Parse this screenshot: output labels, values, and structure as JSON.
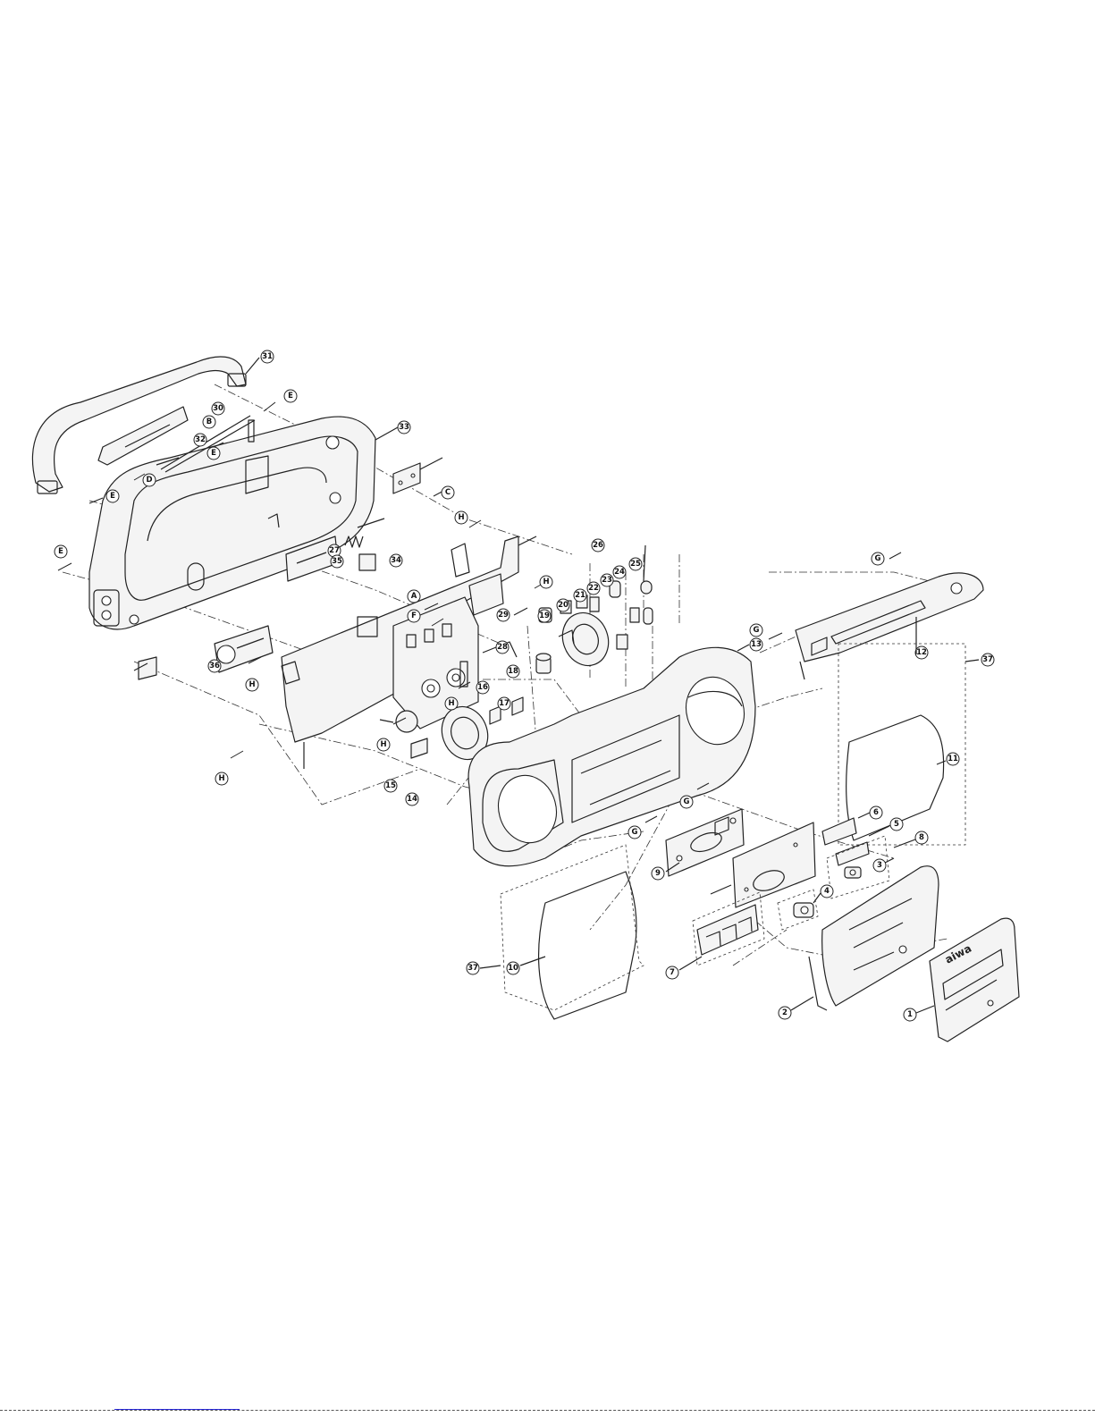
{
  "brand_mark": "aiwa",
  "callouts": [
    {
      "id": "p31",
      "label": "31"
    },
    {
      "id": "p30",
      "label": "30"
    },
    {
      "id": "pB",
      "label": "B"
    },
    {
      "id": "p32",
      "label": "32"
    },
    {
      "id": "pE1",
      "label": "E"
    },
    {
      "id": "pE2",
      "label": "E"
    },
    {
      "id": "pE3",
      "label": "E"
    },
    {
      "id": "pE4",
      "label": "E"
    },
    {
      "id": "pD",
      "label": "D"
    },
    {
      "id": "p33",
      "label": "33"
    },
    {
      "id": "pC",
      "label": "C"
    },
    {
      "id": "pH1",
      "label": "H"
    },
    {
      "id": "p27",
      "label": "27"
    },
    {
      "id": "p35",
      "label": "35"
    },
    {
      "id": "p34",
      "label": "34"
    },
    {
      "id": "p26",
      "label": "26"
    },
    {
      "id": "pH2",
      "label": "H"
    },
    {
      "id": "p20",
      "label": "20"
    },
    {
      "id": "p21",
      "label": "21"
    },
    {
      "id": "p22",
      "label": "22"
    },
    {
      "id": "p23",
      "label": "23"
    },
    {
      "id": "p24",
      "label": "24"
    },
    {
      "id": "p25",
      "label": "25"
    },
    {
      "id": "p19",
      "label": "19"
    },
    {
      "id": "pA",
      "label": "A"
    },
    {
      "id": "pF",
      "label": "F"
    },
    {
      "id": "p29",
      "label": "29"
    },
    {
      "id": "p28",
      "label": "28"
    },
    {
      "id": "p18",
      "label": "18"
    },
    {
      "id": "p16",
      "label": "16"
    },
    {
      "id": "p17",
      "label": "17"
    },
    {
      "id": "p36",
      "label": "36"
    },
    {
      "id": "pH3",
      "label": "H"
    },
    {
      "id": "pH4",
      "label": "H"
    },
    {
      "id": "pH5",
      "label": "H"
    },
    {
      "id": "pH6",
      "label": "H"
    },
    {
      "id": "p15",
      "label": "15"
    },
    {
      "id": "p14",
      "label": "14"
    },
    {
      "id": "p13",
      "label": "13"
    },
    {
      "id": "pG1",
      "label": "G"
    },
    {
      "id": "pG2",
      "label": "G"
    },
    {
      "id": "pG3",
      "label": "G"
    },
    {
      "id": "pG4",
      "label": "G"
    },
    {
      "id": "p12",
      "label": "12"
    },
    {
      "id": "p37a",
      "label": "37"
    },
    {
      "id": "p37b",
      "label": "37"
    },
    {
      "id": "p11",
      "label": "11"
    },
    {
      "id": "p6",
      "label": "6"
    },
    {
      "id": "p5",
      "label": "5"
    },
    {
      "id": "p8",
      "label": "8"
    },
    {
      "id": "p3",
      "label": "3"
    },
    {
      "id": "p9",
      "label": "9"
    },
    {
      "id": "p4",
      "label": "4"
    },
    {
      "id": "p10",
      "label": "10"
    },
    {
      "id": "p7",
      "label": "7"
    },
    {
      "id": "p2",
      "label": "2"
    },
    {
      "id": "p1",
      "label": "1"
    }
  ]
}
